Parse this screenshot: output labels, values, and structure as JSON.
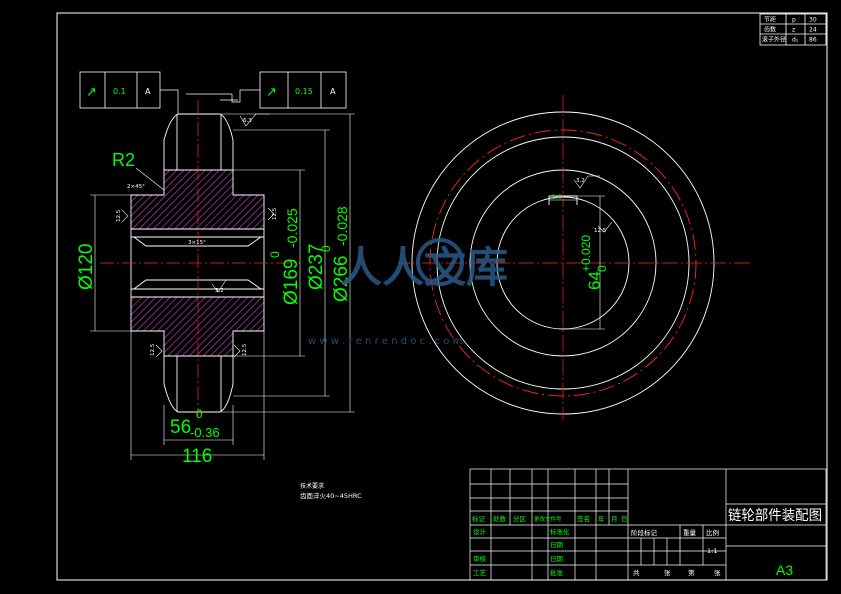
{
  "colors": {
    "background": "#000000",
    "outline": "#ffffff",
    "centerline": "#ff2020",
    "dimension": "#00ff00",
    "hatch": "#b040b0",
    "watermark": "#2a5a8a"
  },
  "param_table": {
    "rows": [
      {
        "name": "节距",
        "symbol": "p",
        "value": "30"
      },
      {
        "name": "齿数",
        "symbol": "z",
        "value": "24"
      },
      {
        "name": "滚子外径",
        "symbol": "d₁",
        "value": "86"
      }
    ]
  },
  "tolerance_frames": {
    "left": {
      "symbol": "↗",
      "value": "0.1",
      "datum": "A"
    },
    "right": {
      "symbol": "↗",
      "value": "0.15",
      "datum": "A"
    }
  },
  "side_view": {
    "radius_label": "R2",
    "chamfer_label": "2×45°",
    "roughness_a": "6.3",
    "roughness_b": "12.5",
    "roughness_c": "3.2",
    "roughness_d": "12.5",
    "roughness_e": "12.5",
    "roughness_f": "12.5",
    "bore_mark": "3×15°",
    "dim_bore_dia": "Ø120",
    "dim_hub_dia": "Ø169",
    "dim_hub_tol_up": "0",
    "dim_hub_tol_low": "-0.025",
    "dim_root_dia": "Ø237",
    "dim_outer_dia": "Ø266",
    "dim_outer_tol_up": "0",
    "dim_outer_tol_low": "-0.028",
    "dim_tooth_width": "56",
    "dim_tooth_tol_up": "0",
    "dim_tooth_tol_low": "-0.36",
    "dim_total_width": "116"
  },
  "front_view": {
    "roughness": "3.2",
    "keyway_roughness": "12.5",
    "keyway_note": "1.6",
    "key_dim": "64",
    "key_tol_up": "+0.020",
    "key_tol_low": "0"
  },
  "notes": {
    "heading": "技术要求",
    "line1": "齿面淬火40~45HRC"
  },
  "watermark": {
    "brand": "人人文库",
    "url": "w w w . r e n r e n d o c . c o m"
  },
  "title_block": {
    "title": "链轮部件装配图",
    "sheet_size": "A3",
    "scale": "1:1",
    "header_cells": [
      "标记",
      "处数",
      "分区",
      "更改文件号",
      "签名",
      "年",
      "月",
      "日"
    ],
    "row_labels": [
      "设计",
      "审核",
      "工艺"
    ],
    "mid_labels": [
      "标准化",
      "批准",
      "日期",
      "日期"
    ],
    "stage_labels": [
      "阶段标记",
      "重量",
      "比例"
    ],
    "sheet_labels": [
      "共",
      "张",
      "第",
      "张"
    ]
  }
}
